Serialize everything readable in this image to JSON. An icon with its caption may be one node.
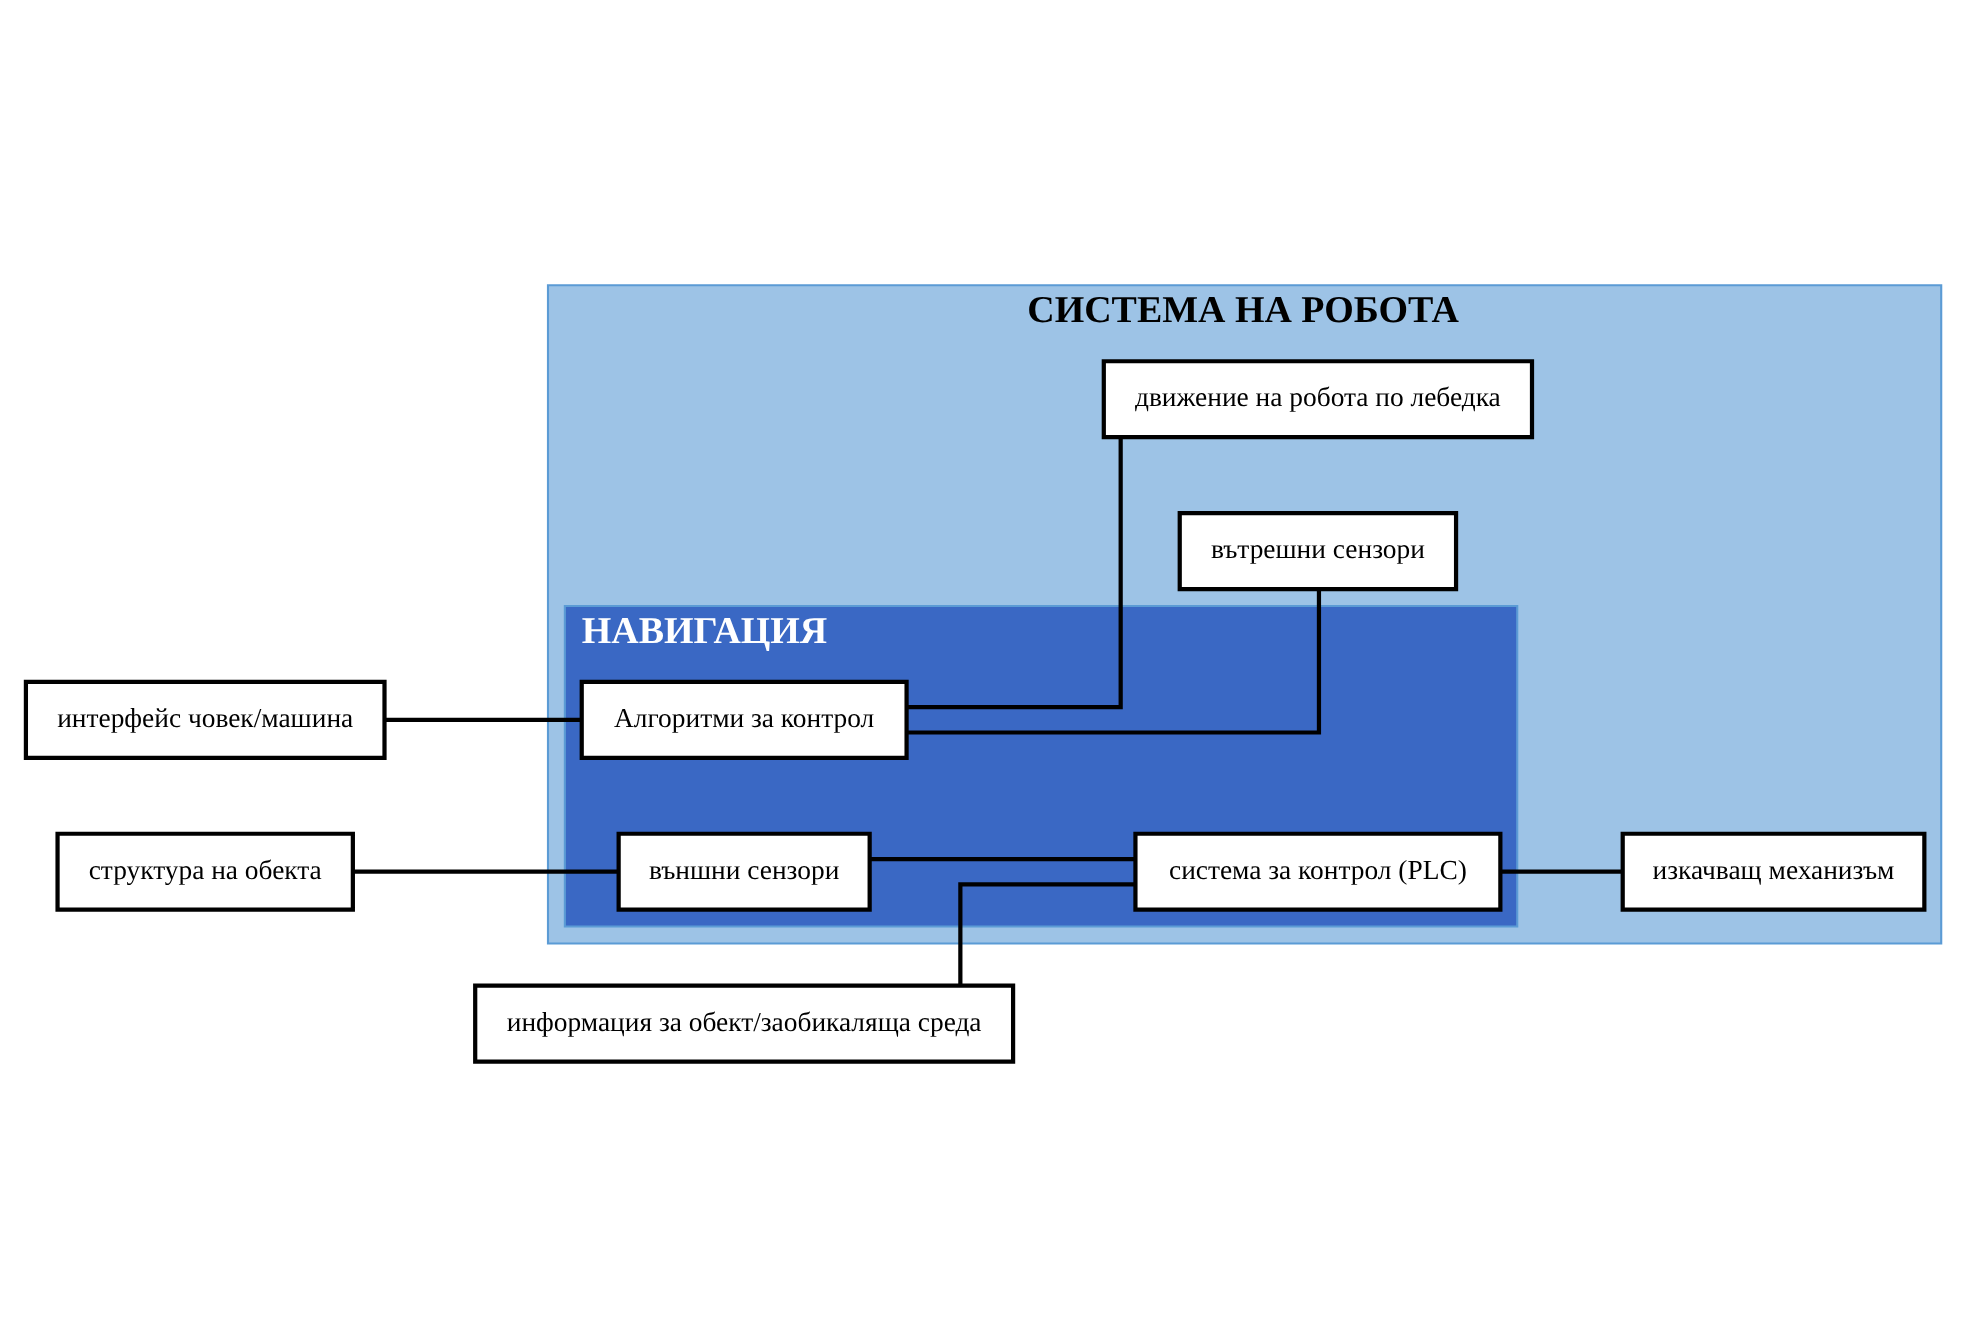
{
  "diagram": {
    "nodes": [
      {
        "text": [
          "СИСТЕМА НА РОБОТА"
        ]
      },
      {
        "text": [
          "НАВИГАЦИЯ"
        ],
        "in": 0
      },
      {
        "text": [
          "Алгоритми за контрол"
        ],
        "in": 1
      },
      {
        "text": [
          "външни сензори"
        ],
        "in": 1
      },
      {
        "text": [
          "система за контрол (PLC)"
        ],
        "in": 1
      },
      {
        "text": [
          "структура на обекта"
        ]
      },
      {
        "text": [
          "информация за обект/заобикаляща среда"
        ]
      },
      {
        "text": [
          "интерфейс човек/машина"
        ]
      },
      {
        "text": [
          "движение на робота по лебедка"
        ],
        "in": 0
      },
      {
        "text": [
          "изкачващ механизъм"
        ],
        "in": 0
      },
      {
        "text": [
          "вътрешни сензори"
        ],
        "in": 0
      }
    ],
    "edges": [
      {
        "from": 7,
        "to": 2,
        "arrow": "none"
      },
      {
        "from": 5,
        "to": 3,
        "arrow": "none"
      },
      {
        "from": 6,
        "to": 4,
        "arrow": "none"
      },
      {
        "from": 3,
        "to": 4,
        "arrow": "none"
      },
      {
        "from": 2,
        "to": 8,
        "arrow": "none"
      },
      {
        "from": 2,
        "to": 10,
        "arrow": "none"
      },
      {
        "from": 4,
        "to": 9,
        "arrow": "none"
      }
    ]
  }
}
